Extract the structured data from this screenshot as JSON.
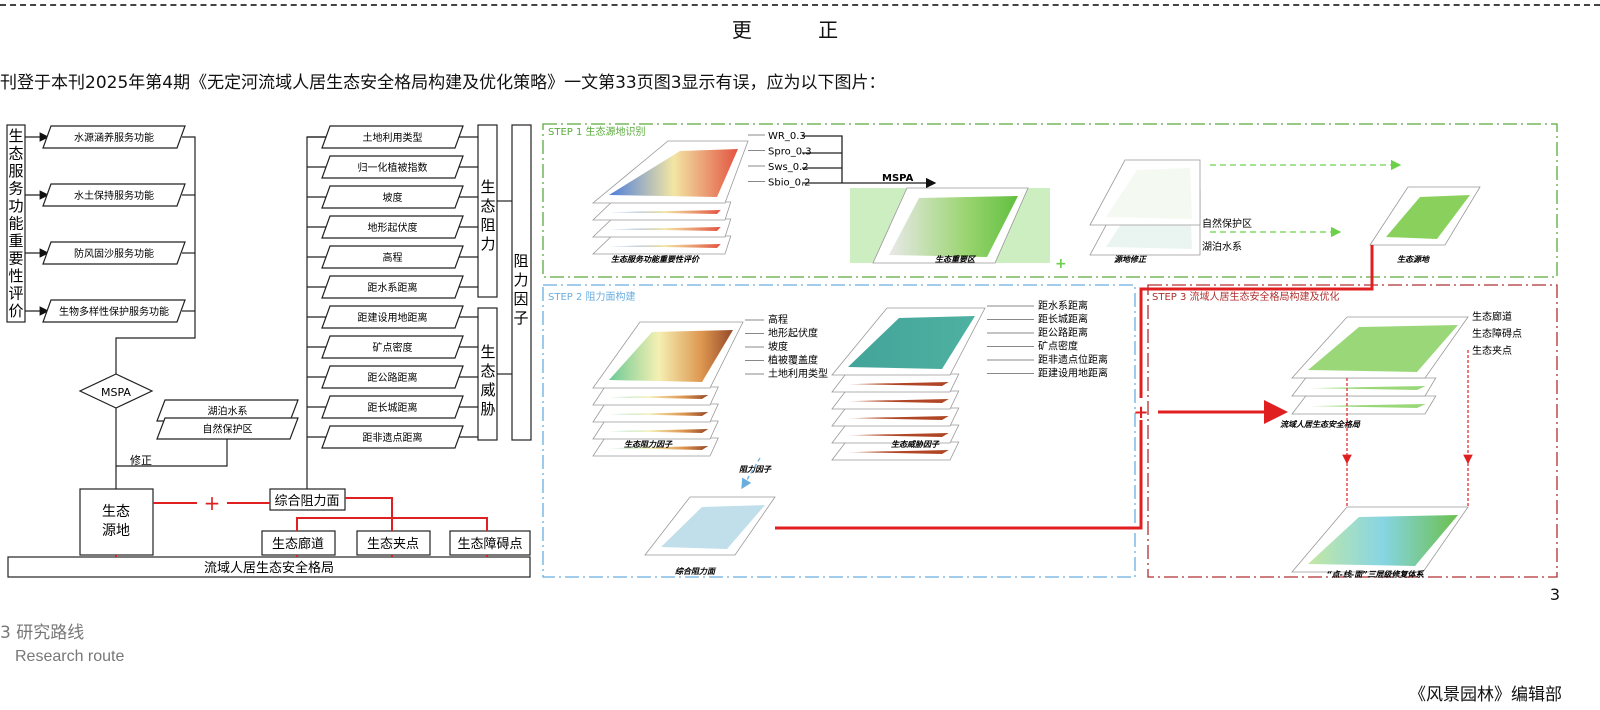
{
  "header": {
    "title": "更 正",
    "intro": "刊登于本刊2025年第4期《无定河流域人居生态安全格局构建及优化策略》一文第33页图3显示有误，应为以下图片："
  },
  "flow": {
    "eval_label": [
      "生",
      "态",
      "服",
      "务",
      "功",
      "能",
      "重",
      "要",
      "性",
      "评",
      "价"
    ],
    "services": [
      "水源涵养服务功能",
      "水土保持服务功能",
      "防风固沙服务功能",
      "生物多样性保护服务功能"
    ],
    "mspa": "MSPA",
    "correction_inputs": [
      "湖泊水系",
      "自然保护区"
    ],
    "correction_label": "修正",
    "source": [
      "生态",
      "源地"
    ],
    "factors": [
      "土地利用类型",
      "归一化植被指数",
      "坡度",
      "地形起伏度",
      "高程",
      "距水系距离",
      "距建设用地距离",
      "矿点密度",
      "距公路距离",
      "距长城距离",
      "距非遗点距离"
    ],
    "resistance_group": [
      "生",
      "态",
      "阻",
      "力"
    ],
    "threat_group": [
      "生",
      "态",
      "威",
      "胁"
    ],
    "factor_group": [
      "阻",
      "力",
      "因",
      "子"
    ],
    "composite": "综合阻力面",
    "plus": "+",
    "outputs": [
      "生态廊道",
      "生态夹点",
      "生态障碍点"
    ],
    "final": "流域人居生态安全格局"
  },
  "steps": {
    "step1": {
      "title": "STEP 1 生态源地识别",
      "weights": [
        "WR_0.3",
        "Spro_0.3",
        "Sws_0.2",
        "Sbio_0.2"
      ],
      "mspa": "MSPA",
      "eval_caption": "生态服务功能重要性评价",
      "important_caption": "生态重要区",
      "correction_caption": "源地修正",
      "correction_layers": [
        "自然保护区",
        "湖泊水系"
      ],
      "source_caption": "生态源地",
      "plus": "+"
    },
    "step2": {
      "title": "STEP 2 阻力面构建",
      "resistance_factors": [
        "高程",
        "地形起伏度",
        "坡度",
        "植被覆盖度",
        "土地利用类型"
      ],
      "threat_factors": [
        "距水系距离",
        "距长城距离",
        "距公路距离",
        "矿点密度",
        "距非遗点位距离",
        "距建设用地距离"
      ],
      "resistance_caption": "生态阻力因子",
      "threat_caption": "生态威胁因子",
      "factor_caption": "阻力因子",
      "composite_caption": "综合阻力面"
    },
    "step3": {
      "title": "STEP 3 流域人居生态安全格局构建及优化",
      "layers": [
        "生态廊道",
        "生态障碍点",
        "生态夹点"
      ],
      "pattern_caption": "流域人居生态安全格局",
      "repair_caption": "“点-线-面”三层级修复体系",
      "plus": "+"
    }
  },
  "colors": {
    "step1": "#5aab3c",
    "step2": "#6aaee0",
    "step3": "#b03030",
    "red": "#e02020"
  },
  "figure": {
    "number": "3",
    "caption_cn": "3 研究路线",
    "caption_en": "Research route"
  },
  "footer": "《风景园林》编辑部"
}
